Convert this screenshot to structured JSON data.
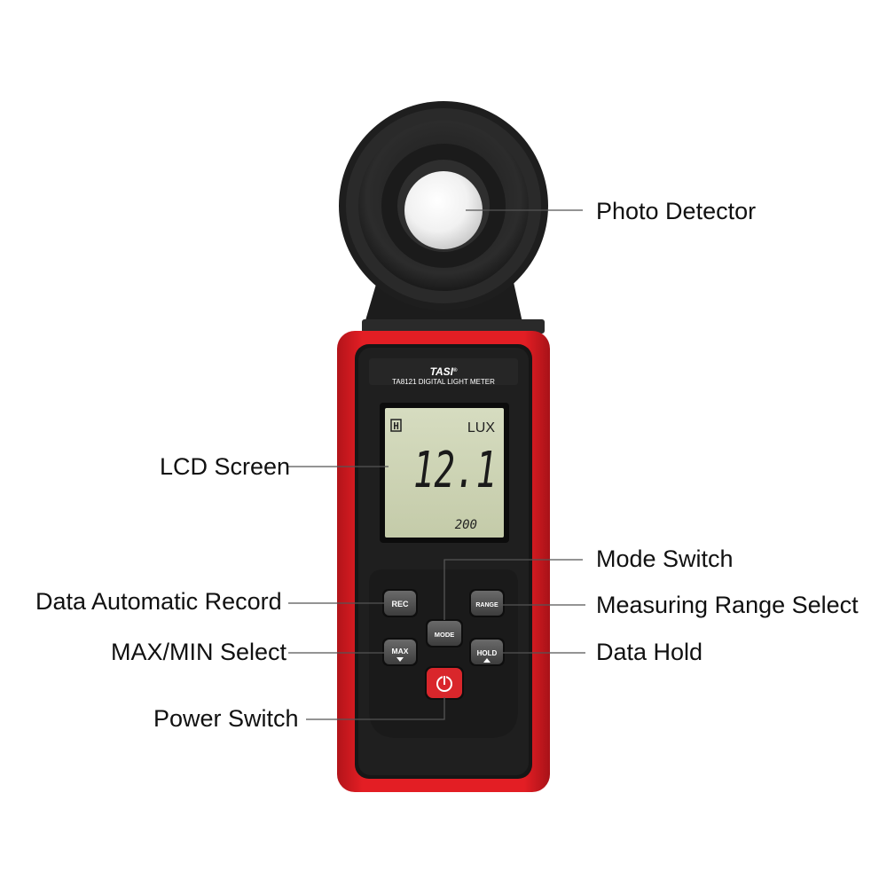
{
  "device": {
    "brand": "TASI",
    "brand_mark": "®",
    "model": "TA8121 DIGITAL LIGHT METER",
    "body_color": "#e31e24",
    "face_color": "#161616"
  },
  "lcd": {
    "hold_indicator": "H",
    "unit": "LUX",
    "reading": "12.1",
    "range": "200",
    "backlight_color": "#cfd6b6"
  },
  "buttons": {
    "rec": "REC",
    "range": "RANGE",
    "mode": "MODE",
    "max": "MAX",
    "hold": "HOLD",
    "power_color": "#d9262b"
  },
  "callouts": {
    "photo_detector": "Photo Detector",
    "lcd_screen": "LCD Screen",
    "mode_switch": "Mode Switch",
    "data_automatic_record": "Data Automatic Record",
    "measuring_range_select": "Measuring Range Select",
    "max_min_select": "MAX/MIN Select",
    "data_hold": "Data Hold",
    "power_switch": "Power Switch"
  }
}
